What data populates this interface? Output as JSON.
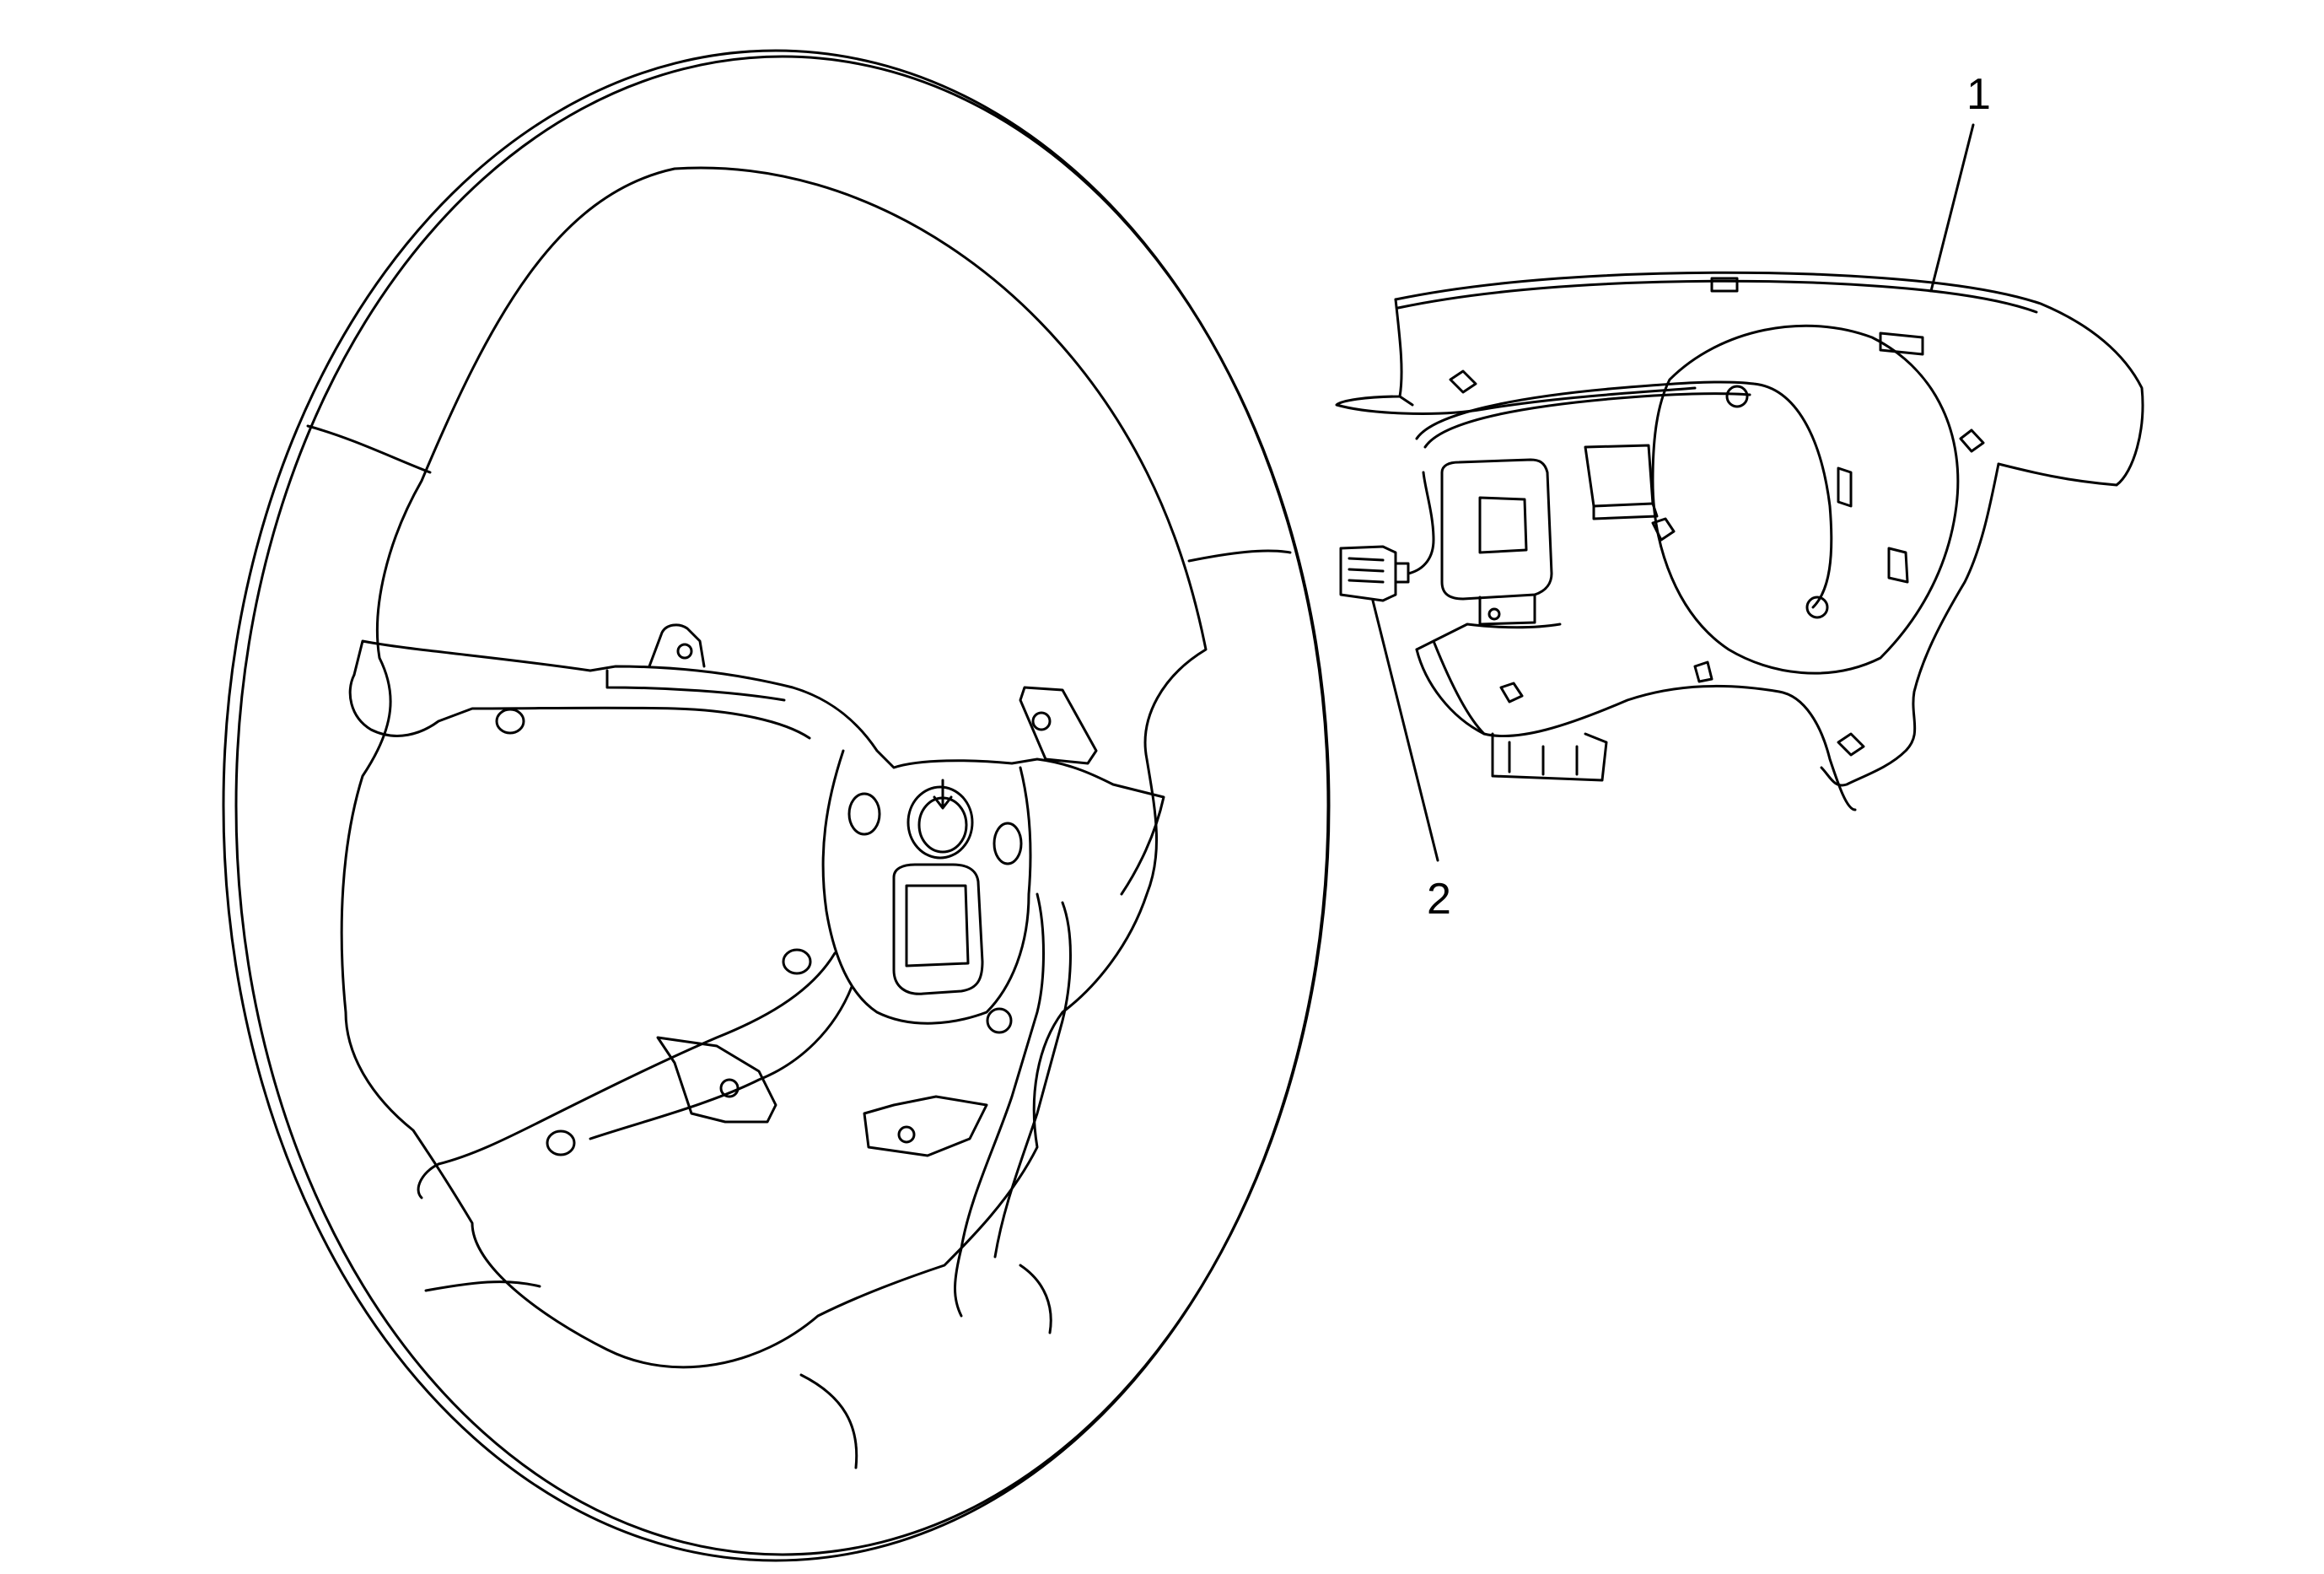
{
  "callouts": [
    {
      "number": "1",
      "part": "steering-wheel-bezel"
    },
    {
      "number": "2",
      "part": "electrical-connector"
    }
  ],
  "colors": {
    "line": "#000000",
    "background": "#ffffff"
  }
}
